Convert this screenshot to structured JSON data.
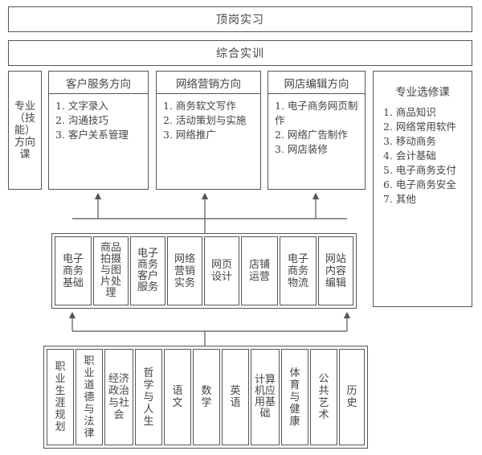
{
  "top_banner": "顶岗实习",
  "second_banner": "综合实训",
  "direction_label": "专业（技能）方向课",
  "directions": [
    {
      "title": "客户服务方向",
      "items": [
        "1. 文字录入",
        "2. 沟通技巧",
        "3. 客户关系管理"
      ]
    },
    {
      "title": "网络营销方向",
      "items": [
        "1. 商务软文写作",
        "2. 活动策划与实施",
        "3. 网络推广"
      ]
    },
    {
      "title": "网店编辑方向",
      "items": [
        "1. 电子商务网页制作",
        "2. 网络广告制作",
        "3. 网店装修"
      ]
    }
  ],
  "electives": {
    "title": "专业选修课",
    "items": [
      "1. 商品知识",
      "2. 网络常用软件",
      "3. 移动商务",
      "4. 会计基础",
      "5. 电子商务支付",
      "6. 电子商务安全",
      "7. 其他"
    ]
  },
  "core_courses": [
    "电子商务基础",
    "商品拍摄与图片处理",
    "电子商务客户服务",
    "网络营销实务",
    "网页设计",
    "店铺运营",
    "电子商务物流",
    "网站内容编辑"
  ],
  "base_courses": [
    "职业生涯规划",
    "职业道德与法律",
    "经济政治与社会",
    "哲学与人生",
    "语文",
    "数学",
    "英语",
    "计算机应用基础",
    "体育与健康",
    "公共艺术",
    "历史"
  ]
}
